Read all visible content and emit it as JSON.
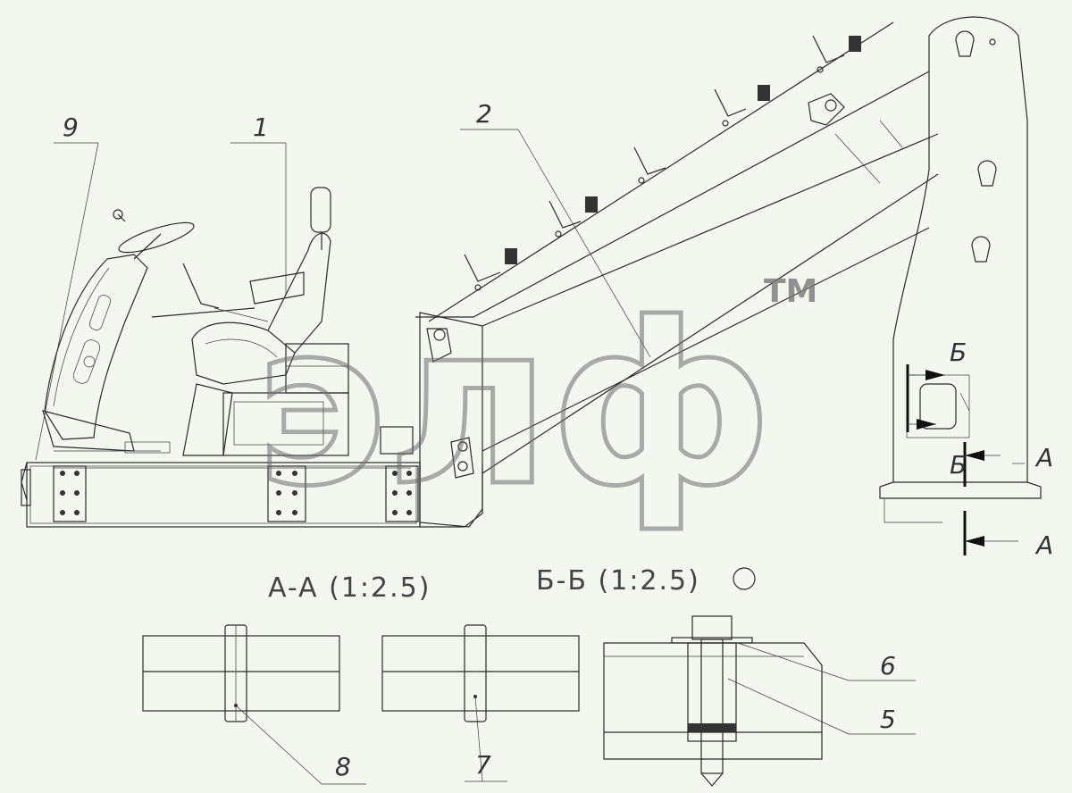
{
  "callouts": {
    "c1": "1",
    "c2": "2",
    "c5": "5",
    "c6": "6",
    "c7": "7",
    "c8": "8",
    "c9": "9"
  },
  "section_titles": {
    "aa": "A-A (1:2.5)",
    "bb": "Б-Б (1:2.5)"
  },
  "section_marks": {
    "a_top": "A",
    "a_bottom": "A",
    "b_top": "Б",
    "b_bottom": "Б"
  },
  "watermark": {
    "logo_text": "элф",
    "trademark": "TM"
  }
}
